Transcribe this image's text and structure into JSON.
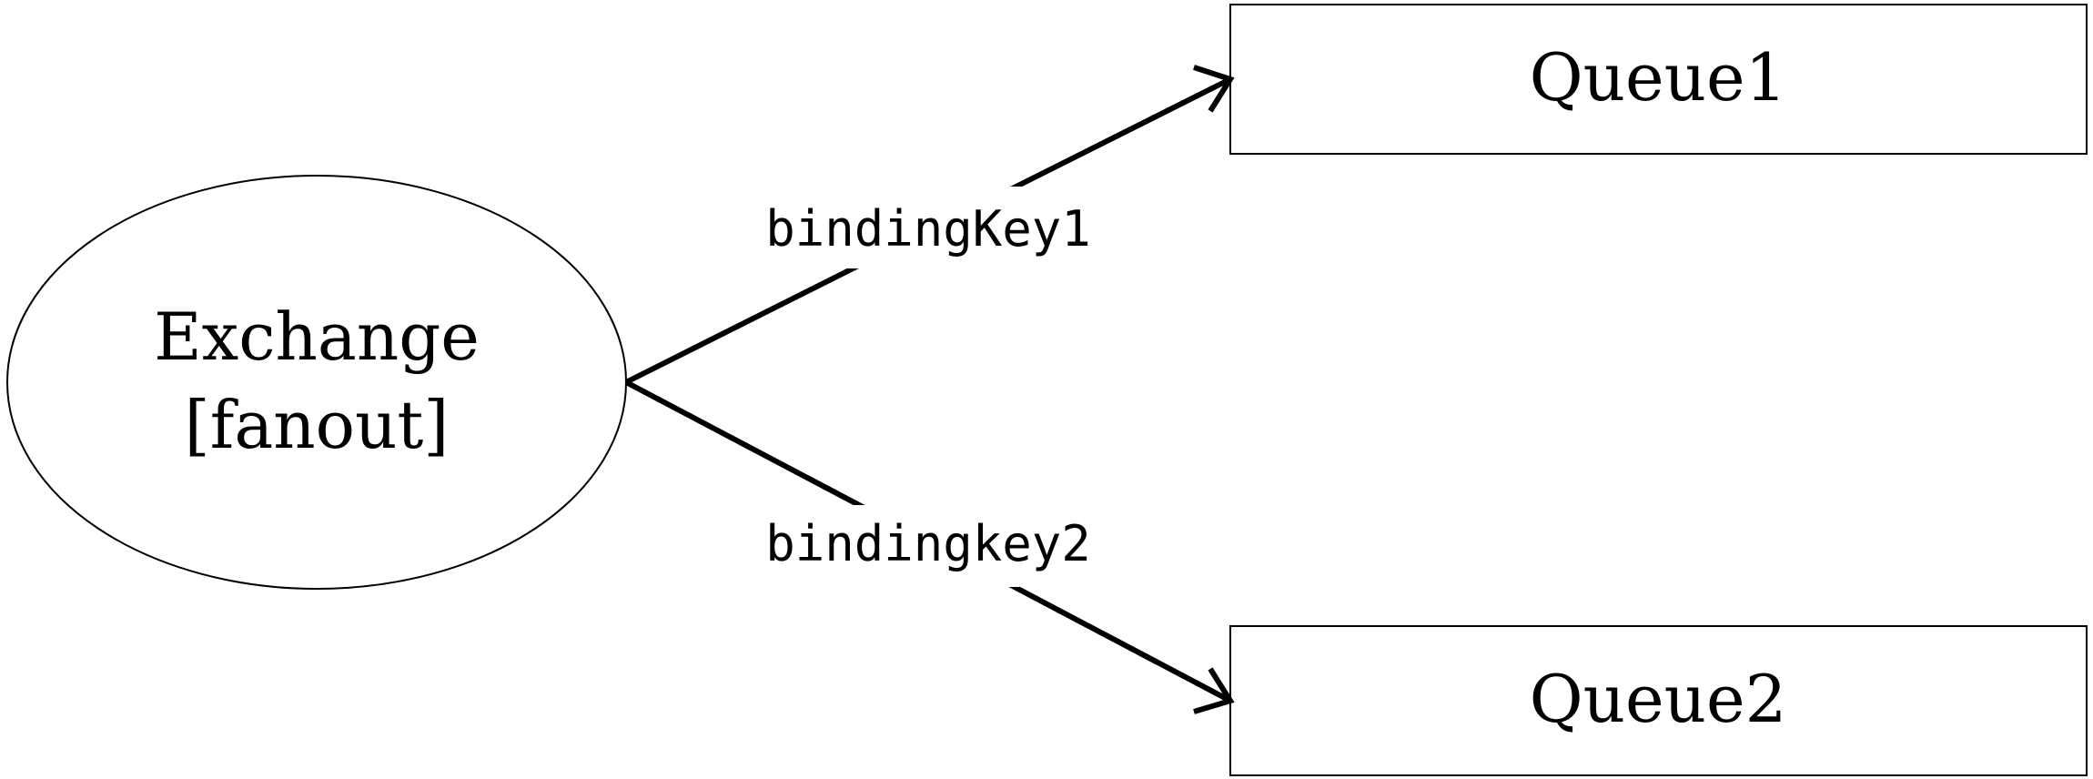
{
  "nodes": {
    "exchange": {
      "line1": "Exchange",
      "line2": "[fanout]"
    },
    "queue1": {
      "label": "Queue1"
    },
    "queue2": {
      "label": "Queue2"
    }
  },
  "edges": [
    {
      "from": "exchange",
      "to": "queue1",
      "label": "bindingKey1"
    },
    {
      "from": "exchange",
      "to": "queue2",
      "label": "bindingkey2"
    }
  ],
  "colors": {
    "stroke": "#000000",
    "background": "#ffffff"
  }
}
